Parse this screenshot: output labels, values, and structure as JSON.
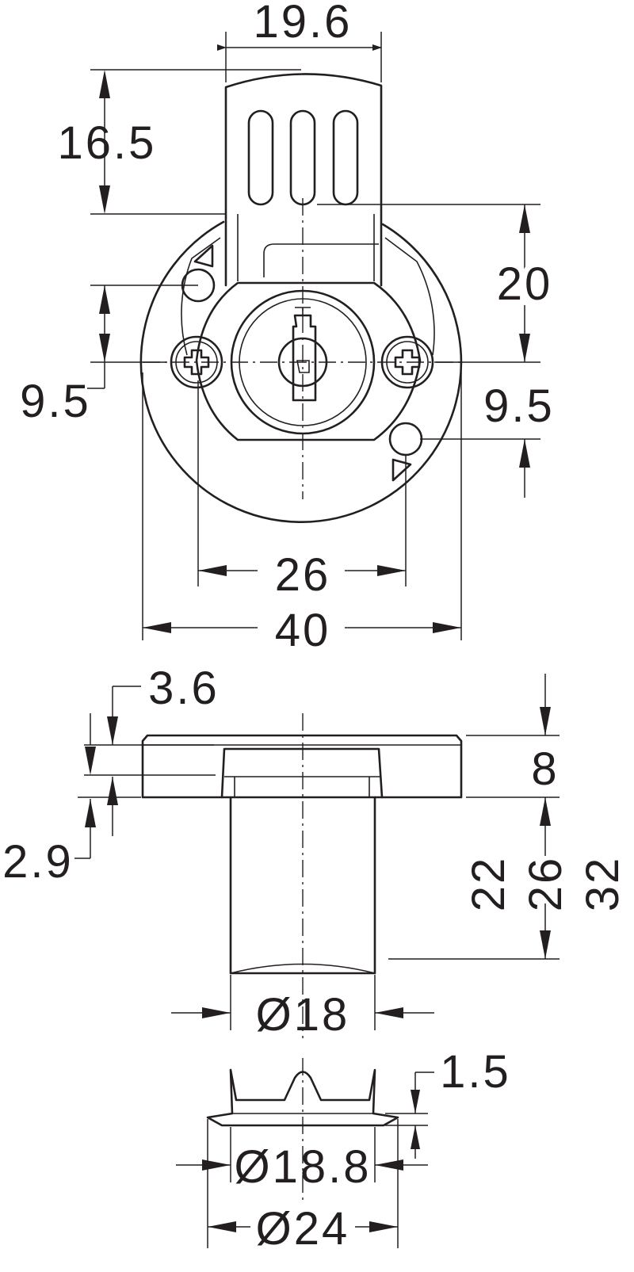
{
  "top_view": {
    "width_tongue": "19.6",
    "height_tongue": "16.5",
    "offset_vertical": "20",
    "hole_offset_left": "9.5",
    "hole_offset_right": "9.5",
    "screw_spacing": "26",
    "overall_diameter": "40"
  },
  "side_view": {
    "plate_step": "3.6",
    "plate_lip": "2.9",
    "flange_thickness": "8",
    "body_length": "22",
    "length_26": "26",
    "overall_length": "32",
    "cylinder_diameter": "Ø18"
  },
  "ring_view": {
    "ring_thickness": "1.5",
    "inner_diameter": "Ø18.8",
    "outer_diameter": "Ø24"
  },
  "colors": {
    "ink": "#231f20",
    "background": "#ffffff"
  }
}
